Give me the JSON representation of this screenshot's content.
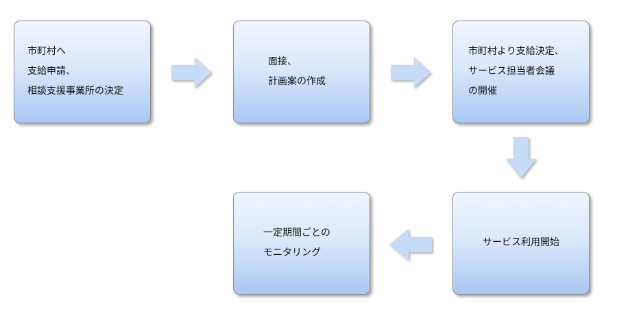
{
  "diagram": {
    "type": "flowchart",
    "steps": [
      {
        "id": "step-1",
        "lines": [
          "市町村へ",
          "支給申請、",
          "相談支援事業所の決定"
        ]
      },
      {
        "id": "step-2",
        "lines": [
          "面接、",
          "計画案の作成"
        ]
      },
      {
        "id": "step-3",
        "lines": [
          "市町村より支給決定、",
          "サービス担当者会議",
          "の開催"
        ]
      },
      {
        "id": "step-4",
        "lines": [
          "一定期間ごとの",
          "モニタリング"
        ]
      },
      {
        "id": "step-5",
        "lines": [
          "サービス利用開始"
        ]
      }
    ],
    "arrows": [
      {
        "from": "step-1",
        "to": "step-2",
        "direction": "right",
        "icon": "arrow-right-icon"
      },
      {
        "from": "step-2",
        "to": "step-3",
        "direction": "right",
        "icon": "arrow-right-icon"
      },
      {
        "from": "step-3",
        "to": "step-5",
        "direction": "down",
        "icon": "arrow-down-icon"
      },
      {
        "from": "step-5",
        "to": "step-4",
        "direction": "left",
        "icon": "arrow-left-icon"
      }
    ],
    "colors": {
      "box_top": "#f1f6fe",
      "box_bottom": "#a9c8f3",
      "box_border": "#8c8c8c",
      "arrow_fill": "#c6dcf7",
      "text": "#111111"
    }
  }
}
